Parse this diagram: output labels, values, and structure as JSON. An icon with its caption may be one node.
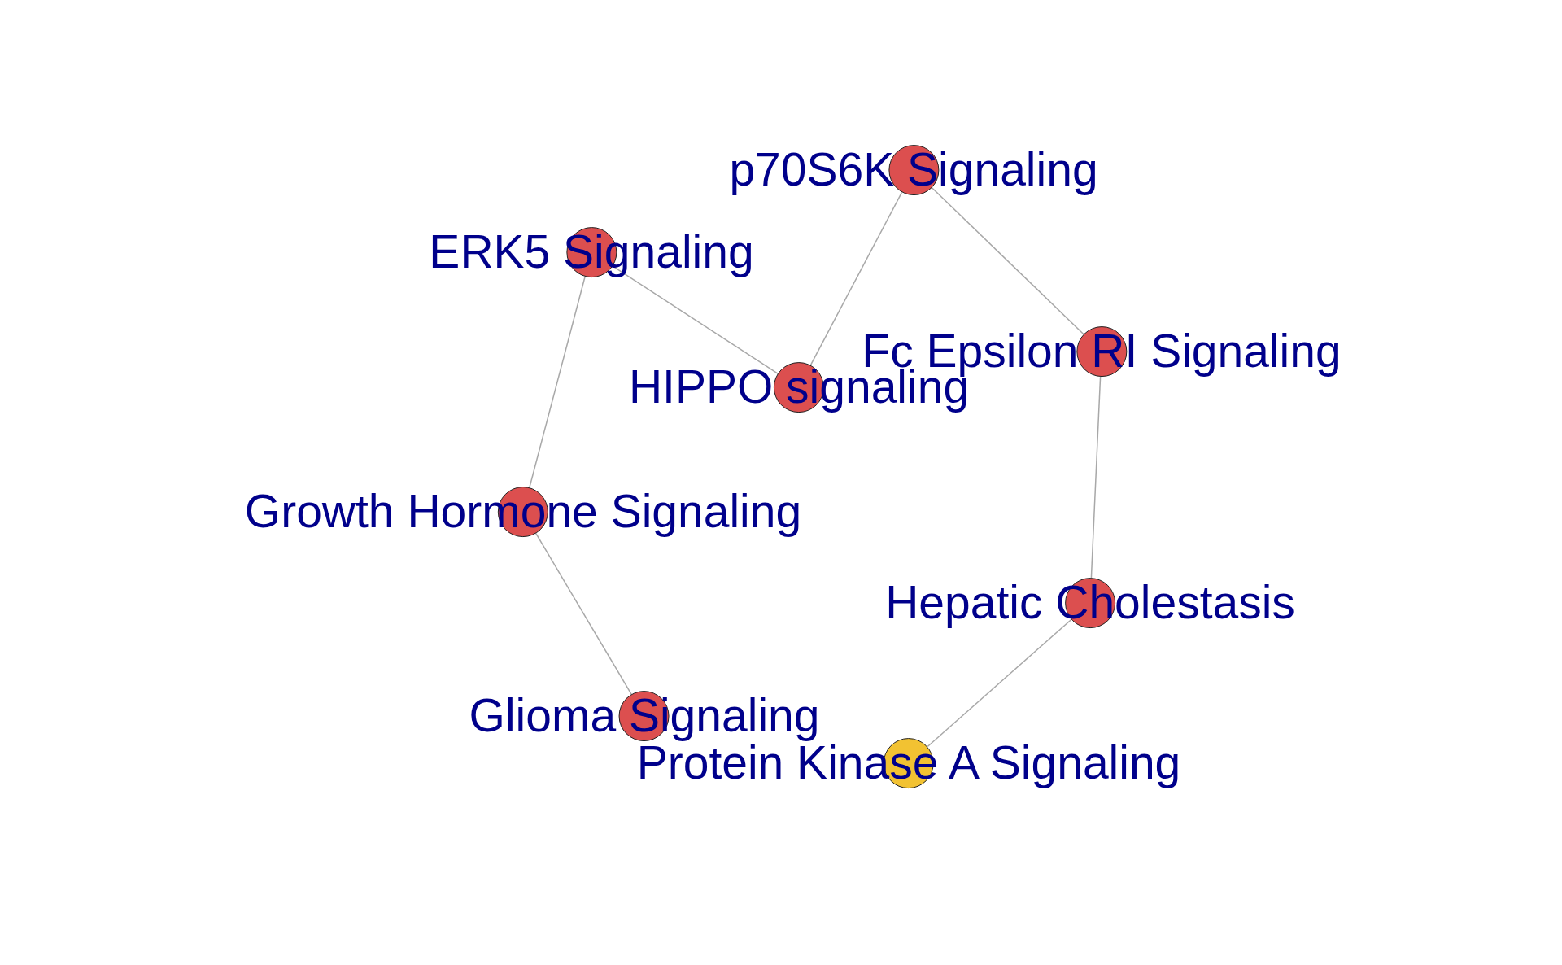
{
  "diagram": {
    "nodes": [
      {
        "text": [
          "p70S6K Signaling"
        ]
      },
      {
        "text": [
          "ERK5 Signaling"
        ]
      },
      {
        "text": [
          "Fc Epsilon RI Signaling"
        ]
      },
      {
        "text": [
          "HIPPO signaling"
        ]
      },
      {
        "text": [
          "Growth Hormone Signaling"
        ]
      },
      {
        "text": [
          "Hepatic Cholestasis"
        ]
      },
      {
        "text": [
          "Glioma Signaling"
        ]
      },
      {
        "text": [
          "Protein Kinase A Signaling"
        ]
      }
    ],
    "edges": [
      {
        "from": 0,
        "to": 3,
        "arrow": "none"
      },
      {
        "from": 0,
        "to": 2,
        "arrow": "none"
      },
      {
        "from": 1,
        "to": 3,
        "arrow": "none"
      },
      {
        "from": 1,
        "to": 4,
        "arrow": "none"
      },
      {
        "from": 2,
        "to": 5,
        "arrow": "none"
      },
      {
        "from": 4,
        "to": 6,
        "arrow": "none"
      },
      {
        "from": 5,
        "to": 7,
        "arrow": "none"
      }
    ]
  }
}
